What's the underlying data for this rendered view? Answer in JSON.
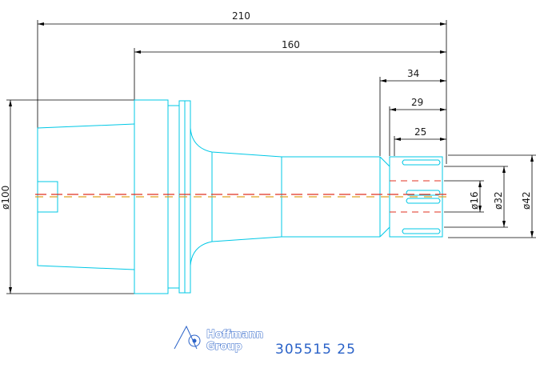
{
  "dimensions": {
    "overall_length": "210",
    "shank_length": "160",
    "nose_length": "34",
    "nut_length": "29",
    "collet_length": "25",
    "flange_diameter": "ø100",
    "bore_diameter": "ø16",
    "collet_diameter": "ø32",
    "nut_diameter": "ø42"
  },
  "branding": {
    "logo_line1": "Hoffmann",
    "logo_line2": "Group",
    "part_number": "305515 25"
  },
  "colors": {
    "part_outline": "#00c8e6",
    "centerline": "#e03020",
    "dimension": "#000000",
    "brand": "#2a62c8"
  }
}
